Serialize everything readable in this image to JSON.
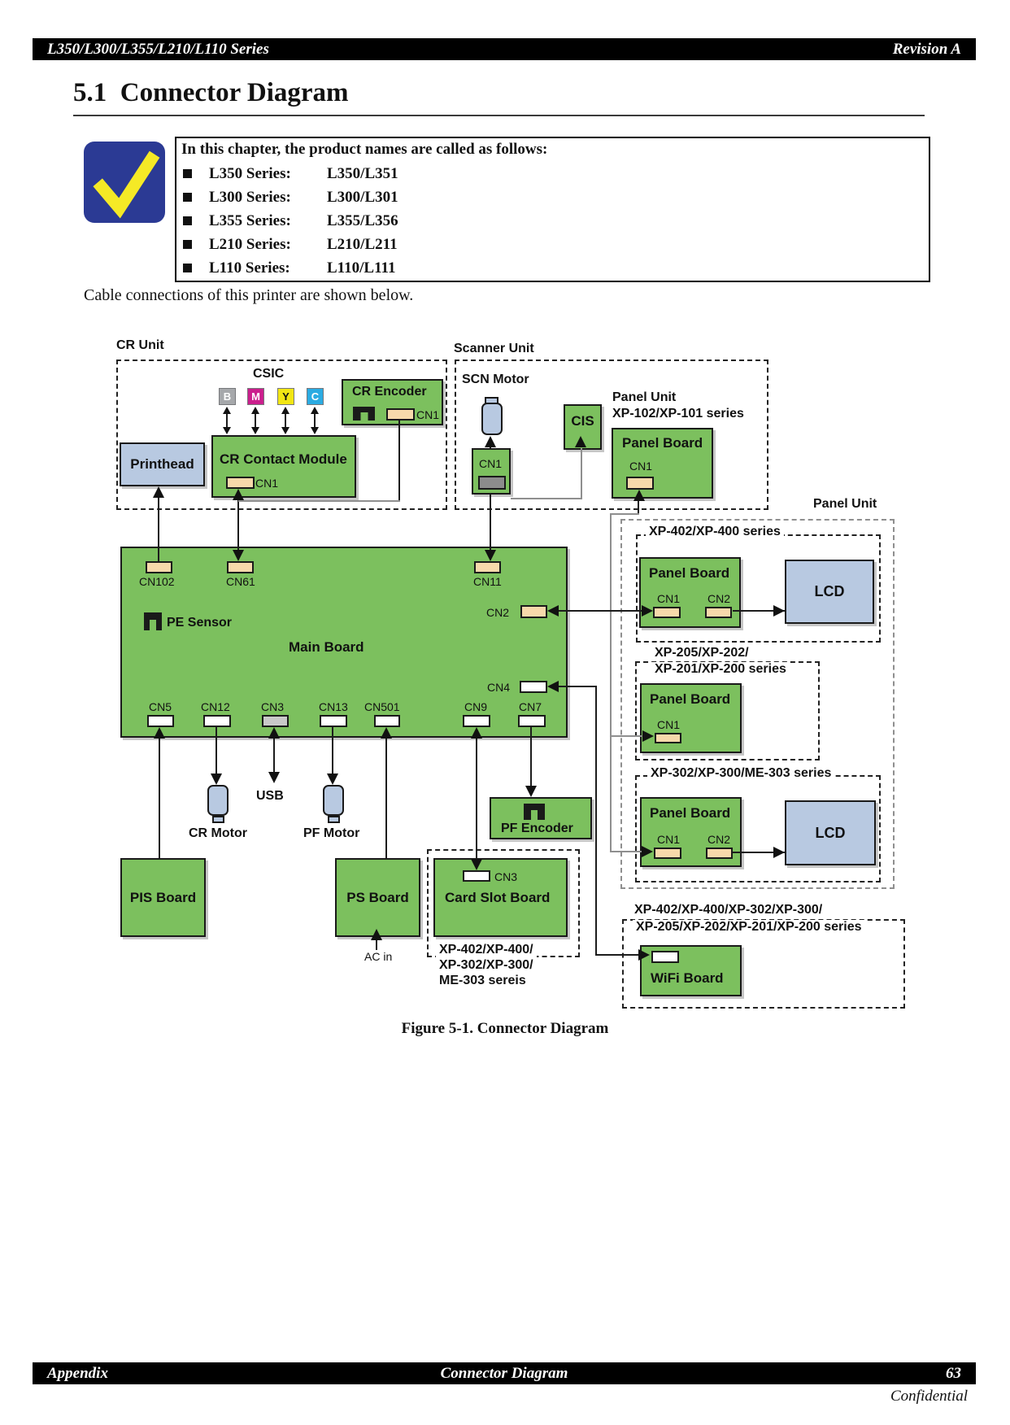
{
  "header": {
    "series": "L350/L300/L355/L210/L110 Series",
    "revision": "Revision A"
  },
  "title": "5.1  Connector Diagram",
  "note": {
    "intro": "In this chapter, the product names are called as follows:",
    "items": [
      {
        "label": "L350 Series:",
        "value": "L350/L351"
      },
      {
        "label": "L300 Series:",
        "value": "L300/L301"
      },
      {
        "label": "L355 Series:",
        "value": "L355/L356"
      },
      {
        "label": "L210 Series:",
        "value": "L210/L211"
      },
      {
        "label": "L110 Series:",
        "value": "L110/L111"
      }
    ]
  },
  "lead": "Cable connections of this printer are shown below.",
  "caption": "Figure 5-1.  Connector Diagram",
  "footer": {
    "left": "Appendix",
    "center": "Connector Diagram",
    "page": "63",
    "confidential": "Confidential"
  },
  "colors": {
    "board_green": "#7cc05e",
    "module_blue": "#b8c9e1",
    "connector_tan": "#f7d9ab",
    "connector_gray": "#8c8c8c",
    "chip_black": "#a6a8ab",
    "chip_magenta": "#cb1f8d",
    "chip_yellow": "#f2e614",
    "chip_cyan": "#2babe2",
    "note_blue": "#2b3a94",
    "check_yellow": "#f5e926"
  },
  "diagram": {
    "cr_unit": {
      "title": "CR Unit",
      "csic": "CSIC",
      "chips": [
        "B",
        "M",
        "Y",
        "C"
      ],
      "printhead": "Printhead",
      "contact_module": "CR Contact Module",
      "contact_cn1": "CN1",
      "encoder": "CR Encoder",
      "encoder_cn1": "CN1"
    },
    "scanner_unit": {
      "title": "Scanner Unit",
      "motor": "SCN Motor",
      "motor_cn1": "CN1",
      "cis": "CIS",
      "panel_line1": "Panel Unit",
      "panel_line2": "XP-102/XP-101 series",
      "panel_board": "Panel Board",
      "panel_cn1": "CN1"
    },
    "main_board": {
      "title": "Main Board",
      "pe_sensor": "PE Sensor",
      "cn102": "CN102",
      "cn61": "CN61",
      "cn11": "CN11",
      "cn2": "CN2",
      "cn4": "CN4",
      "cn5": "CN5",
      "cn12": "CN12",
      "cn3": "CN3",
      "cn13": "CN13",
      "cn501": "CN501",
      "cn9": "CN9",
      "cn7": "CN7"
    },
    "lower": {
      "cr_motor": "CR Motor",
      "usb": "USB",
      "pf_motor": "PF Motor",
      "pis_board": "PIS Board",
      "ps_board": "PS Board",
      "ac_in": "AC in",
      "pf_encoder": "PF Encoder",
      "card_board": "Card Slot Board",
      "card_cn3": "CN3",
      "card_series1": "XP-402/XP-400/",
      "card_series2": "XP-302/XP-300/",
      "card_series3": "ME-303 sereis"
    },
    "panel_unit": {
      "title": "Panel Unit",
      "xp402": {
        "label": "XP-402/XP-400 series",
        "board": "Panel Board",
        "cn1": "CN1",
        "cn2": "CN2",
        "lcd": "LCD"
      },
      "xp205": {
        "label1": "XP-205/XP-202/",
        "label2": "XP-201/XP-200 series",
        "board": "Panel Board",
        "cn1": "CN1"
      },
      "xp302": {
        "label": "XP-302/XP-300/ME-303 series",
        "board": "Panel Board",
        "cn1": "CN1",
        "cn2": "CN2",
        "lcd": "LCD"
      },
      "wifi": {
        "label1": "XP-402/XP-400/XP-302/XP-300/",
        "label2": "XP-205/XP-202/XP-201/XP-200 series",
        "board": "WiFi Board"
      }
    }
  }
}
